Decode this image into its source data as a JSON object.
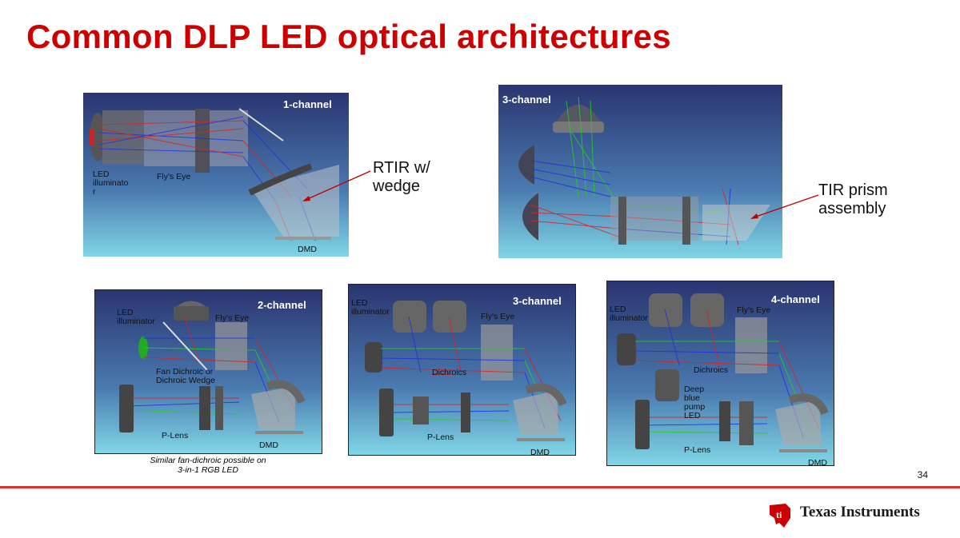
{
  "slide": {
    "title": "Common DLP LED optical architectures",
    "page_number": "34",
    "brand": "Texas Instruments"
  },
  "panels": {
    "one_channel": {
      "channel": "1-channel",
      "led_label": "LED\nilluminato\nr",
      "flys_eye": "Fly's Eye",
      "dmd": "DMD"
    },
    "three_channel_top": {
      "channel": "3-channel"
    },
    "two_channel": {
      "channel": "2-channel",
      "led_label": "LED\nilluminator",
      "flys_eye": "Fly's Eye",
      "dichroic": "Fan Dichroic or\nDichroic Wedge",
      "plens": "P-Lens",
      "dmd": "DMD"
    },
    "three_channel_bottom": {
      "channel": "3-channel",
      "led_label": "LED\nilluminator",
      "flys_eye": "Fly's Eye",
      "dichroics": "Dichroics",
      "plens": "P-Lens",
      "dmd": "DMD"
    },
    "four_channel": {
      "channel": "4-channel",
      "led_label": "LED\nilluminator",
      "flys_eye": "Fly's Eye",
      "dichroics": "Dichroics",
      "deep_blue": "Deep\nblue\npump\nLED",
      "plens": "P-Lens",
      "dmd": "DMD"
    }
  },
  "callouts": {
    "rtir": "RTIR w/\nwedge",
    "tir": "TIR prism\nassembly"
  },
  "caption": "Similar fan-dichroic possible on\n3-in-1 RGB LED",
  "colors": {
    "title": "#cc0000",
    "panel_top": "#2a3a7a",
    "panel_bottom": "#7fd8e8",
    "ray_red": "#e02020",
    "ray_green": "#22d022",
    "ray_blue": "#2030e0"
  }
}
